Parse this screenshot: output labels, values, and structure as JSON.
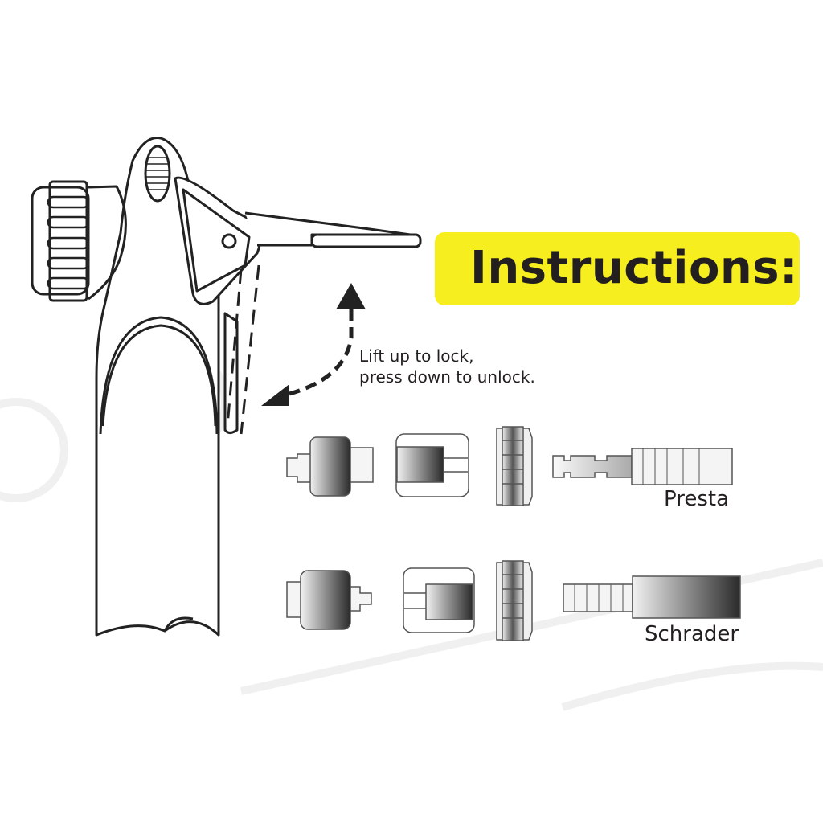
{
  "banner": {
    "title": "Instructions:",
    "color": "#f6ee1e"
  },
  "lock_instruction": {
    "line1": "Lift up to lock,",
    "line2": "press down to unlock."
  },
  "valves": [
    {
      "label": "Presta"
    },
    {
      "label": "Schrader"
    }
  ],
  "icons": [
    "pump-head",
    "lock-lever",
    "curved-dashed-arrow",
    "valve-adapter-parts"
  ]
}
